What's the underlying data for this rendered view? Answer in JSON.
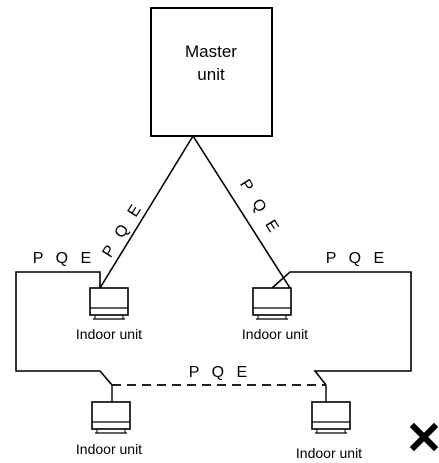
{
  "master_unit": {
    "label_line1": "Master",
    "label_line2": "unit"
  },
  "wiring_labels": {
    "left_diagonal": "P Q E",
    "right_diagonal": "P Q E",
    "left_top": "P Q E",
    "right_top": "P Q E",
    "middle_dashed": "P Q E"
  },
  "indoor_units": [
    {
      "label": "Indoor unit"
    },
    {
      "label": "Indoor unit"
    },
    {
      "label": "Indoor unit"
    },
    {
      "label": "Indoor unit"
    }
  ],
  "status_mark": {
    "icon": "cross-icon",
    "meaning": "incorrect wiring"
  }
}
